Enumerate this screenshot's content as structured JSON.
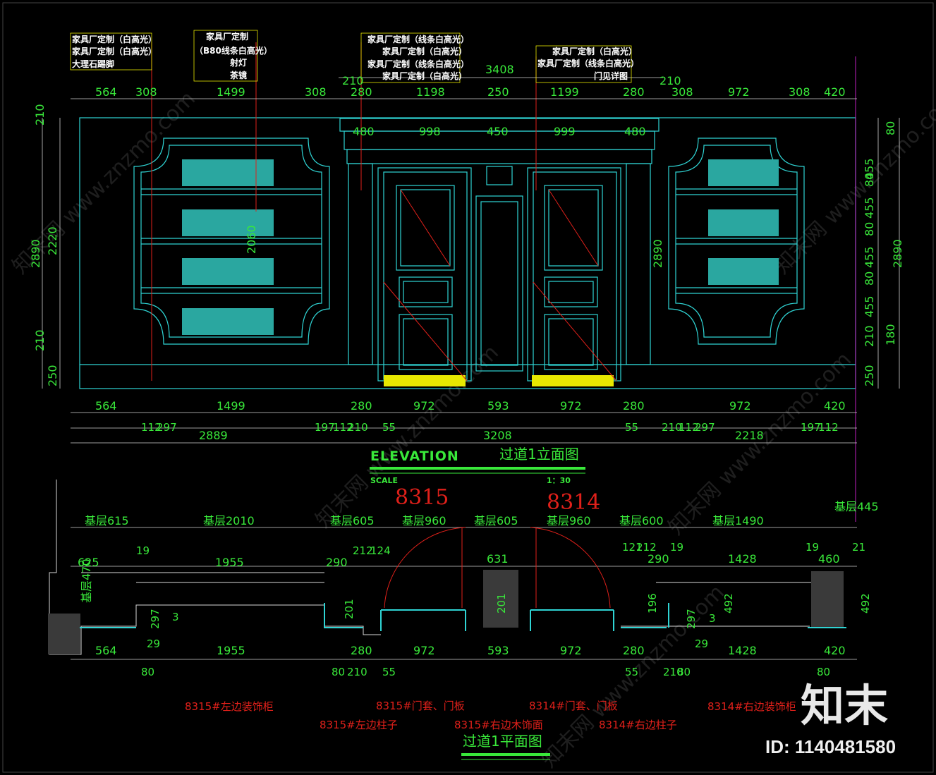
{
  "drawing": {
    "elevation": {
      "title_cn": "过道1立面图",
      "title_en": "ELEVATION",
      "scale_label": "SCALE",
      "scale_value": "1：30",
      "top_dims": [
        "564",
        "308",
        "1499",
        "308",
        "210",
        "280",
        "1198",
        "250",
        "1199",
        "280",
        "210",
        "308",
        "972",
        "308",
        "420"
      ],
      "overall_top": "3408",
      "inner_dims": [
        "480",
        "998",
        "450",
        "999",
        "480"
      ],
      "left_vert": [
        "210",
        "2220",
        "210",
        "250"
      ],
      "left_total": "2890",
      "shelf_height": "2060",
      "center_height": "2890",
      "right_vert": [
        "80",
        "455",
        "80",
        "455",
        "80",
        "455",
        "80",
        "455",
        "210",
        "250",
        "180"
      ],
      "right_total": "2890",
      "bottom_row1": [
        "564",
        "1499",
        "280",
        "972",
        "593",
        "972",
        "280",
        "972",
        "420"
      ],
      "bottom_row2": [
        "112",
        "297",
        "197",
        "112",
        "210",
        "55",
        "55",
        "210",
        "112",
        "297",
        "197",
        "112"
      ],
      "bottom_row3": [
        "2889",
        "3208",
        "2218"
      ],
      "annotations": [
        "家具厂定制（白高光）",
        "家具厂定制（白高光）",
        "大理石踢脚",
        "家具厂定制",
        "（B80线条白高光）",
        "射灯",
        "茶镜",
        "家具厂定制（线条白高光）",
        "家具厂定制（白高光）",
        "家具厂定制（线条白高光）",
        "家具厂定制（白高光）",
        "家具厂定制（白高光）",
        "家具厂定制（线条白高光）",
        "门见详图"
      ]
    },
    "plan": {
      "title_cn": "过道1平面图",
      "room_codes": [
        "8315",
        "8314"
      ],
      "base_dims": [
        "基层615",
        "基层2010",
        "基层605",
        "基层960",
        "基层605",
        "基层960",
        "基层600",
        "基层1490",
        "基层445"
      ],
      "base_side": "基层470",
      "row2": [
        "19",
        "625",
        "1955",
        "290",
        "212",
        "124",
        "631",
        "121",
        "212",
        "19",
        "290",
        "1428",
        "19",
        "460",
        "21"
      ],
      "depths": [
        "297",
        "3",
        "201",
        "201",
        "196",
        "297",
        "3",
        "492",
        "492"
      ],
      "row_bottom": [
        "564",
        "1955",
        "280",
        "972",
        "593",
        "972",
        "280",
        "1428",
        "420"
      ],
      "row_bottom2": [
        "29",
        "80",
        "80",
        "210",
        "55",
        "55",
        "210",
        "80",
        "29",
        "80"
      ],
      "labels": [
        "8315#左边装饰柜",
        "8315#门套、门板",
        "8314#门套、门板",
        "8314#右边装饰柜",
        "8315#左边柱子",
        "8315#右边木饰面",
        "8314#右边柱子"
      ]
    }
  },
  "branding": {
    "logo": "知末",
    "id": "ID: 1140481580",
    "watermark": "知末网 www.znzmo.com"
  },
  "colors": {
    "background": "#000000",
    "dimension": "#39e83a",
    "linework": "#2fd4d4",
    "note": "#ffffff",
    "leader": "#e0201a",
    "accent": "#ffff00"
  }
}
